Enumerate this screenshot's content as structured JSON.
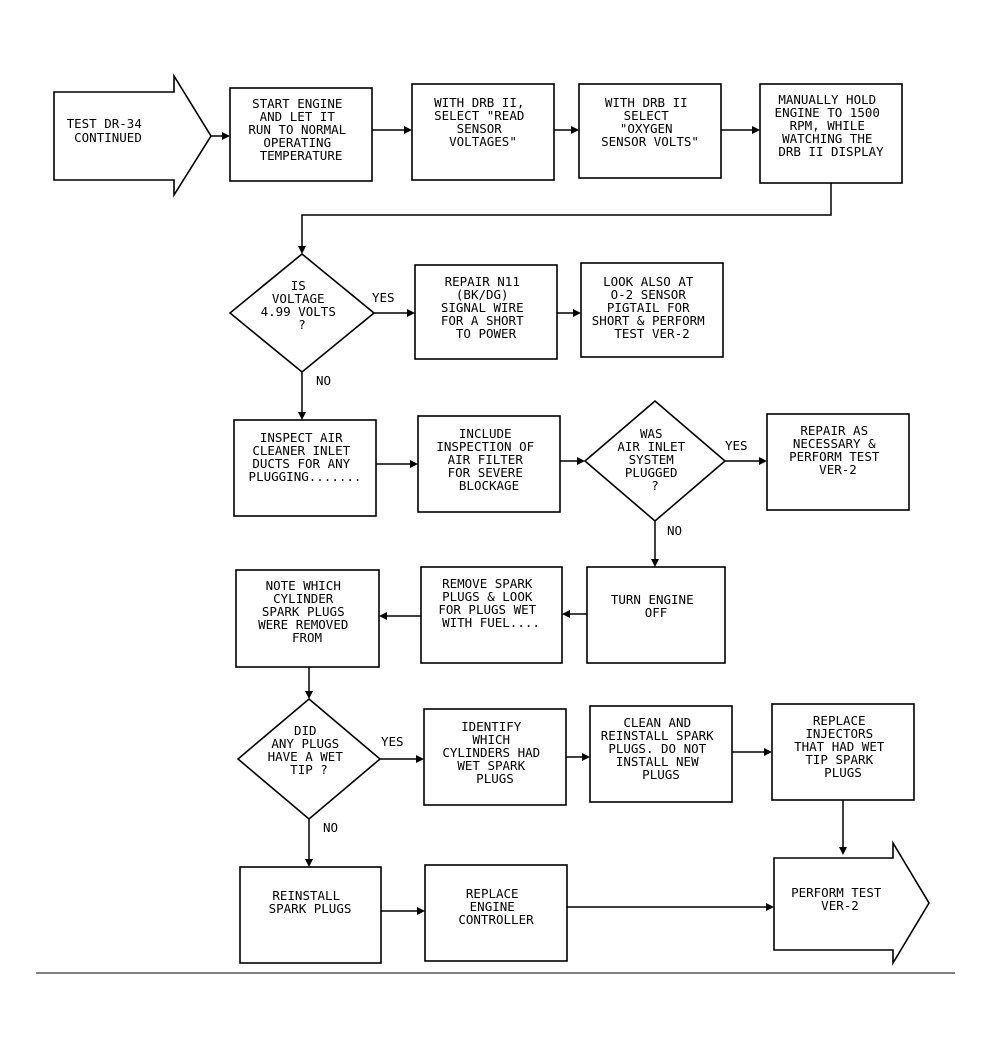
{
  "start": {
    "lines": [
      "TEST DR-34",
      "CONTINUED"
    ]
  },
  "boxes": {
    "start_engine": [
      "START ENGINE",
      "AND LET IT",
      "RUN TO NORMAL",
      "OPERATING",
      "TEMPERATURE"
    ],
    "select_read": [
      "WITH DRB II,",
      "SELECT \"READ",
      "SENSOR",
      "VOLTAGES\""
    ],
    "select_oxygen": [
      "WITH DRB II",
      "SELECT",
      "\"OXYGEN",
      "SENSOR VOLTS\""
    ],
    "hold_engine": [
      "MANUALLY HOLD",
      "ENGINE TO 1500",
      "RPM, WHILE",
      "WATCHING THE",
      "DRB II DISPLAY"
    ],
    "repair_n11": [
      "REPAIR N11",
      "(BK/DG)",
      "SIGNAL WIRE",
      "FOR A SHORT",
      "TO POWER"
    ],
    "look_also": [
      "LOOK ALSO AT",
      "O-2 SENSOR",
      "PIGTAIL FOR",
      "SHORT & PERFORM",
      "TEST VER-2"
    ],
    "inspect_air": [
      "INSPECT AIR",
      "CLEANER INLET",
      "DUCTS FOR ANY",
      "PLUGGING......."
    ],
    "include_insp": [
      "INCLUDE",
      "INSPECTION OF",
      "AIR FILTER",
      "FOR SEVERE",
      "BLOCKAGE"
    ],
    "repair_as": [
      "REPAIR AS",
      "NECESSARY &",
      "PERFORM TEST",
      "VER-2"
    ],
    "turn_off": [
      "TURN ENGINE",
      "OFF"
    ],
    "remove_spark": [
      "REMOVE SPARK",
      "PLUGS & LOOK",
      "FOR PLUGS WET",
      "WITH FUEL...."
    ],
    "note_which": [
      "NOTE WHICH",
      "CYLINDER",
      "SPARK PLUGS",
      "WERE REMOVED",
      "FROM"
    ],
    "identify": [
      "IDENTIFY",
      "WHICH",
      "CYLINDERS HAD",
      "WET SPARK",
      "PLUGS"
    ],
    "clean_reinstall": [
      "CLEAN AND",
      "REINSTALL SPARK",
      "PLUGS. DO NOT",
      "INSTALL NEW",
      "PLUGS"
    ],
    "replace_inj": [
      "REPLACE",
      "INJECTORS",
      "THAT HAD WET",
      "TIP SPARK",
      "PLUGS"
    ],
    "reinstall": [
      "REINSTALL",
      "SPARK PLUGS"
    ],
    "replace_ctrl": [
      "REPLACE",
      "ENGINE",
      "CONTROLLER"
    ]
  },
  "decisions": {
    "voltage": [
      "IS",
      "VOLTAGE",
      "4.99 VOLTS",
      "?"
    ],
    "air_inlet": [
      "WAS",
      "AIR INLET",
      "SYSTEM",
      "PLUGGED",
      "?"
    ],
    "wet_tip": [
      "DID",
      "ANY PLUGS",
      "HAVE A WET",
      "TIP ?"
    ]
  },
  "end": {
    "lines": [
      "PERFORM TEST",
      "VER-2"
    ]
  },
  "branch_labels": {
    "yes": "YES",
    "no": "NO"
  }
}
